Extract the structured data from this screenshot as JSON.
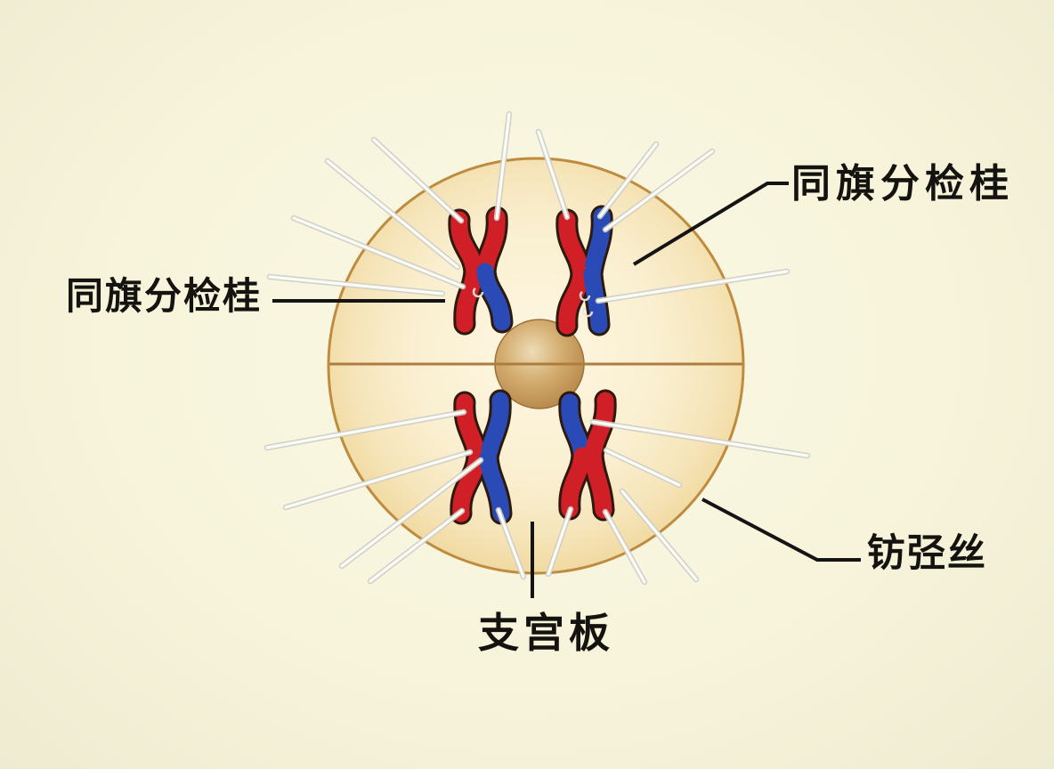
{
  "diagram": {
    "type": "cell-division-metaphase-illustration",
    "labels": {
      "left_chromosome": "同旗分检桂",
      "top_right_chromosome": "同旗分检桂",
      "spindle_fiber": "钫弪丝",
      "equatorial_plate": "支宫板"
    },
    "colors": {
      "background": "#f7f4db",
      "cell_fill": "#f8ecc9",
      "cell_border": "#bf8b3f",
      "centrosome_fill": "#c79f63",
      "equator_line": "#ad7c3e",
      "chromosome_red": "#d01f26",
      "chromosome_blue": "#2a4bb6",
      "chromosome_outline": "#2e1a0c",
      "spindle_fiber_core": "#fcfcf7",
      "spindle_fiber_edge": "#cfcfc8",
      "label_text": "#15130f",
      "leader_line": "#141414"
    },
    "chromosomes": [
      {
        "id": "top-left",
        "arm_colors": {
          "tl": "#d01f26",
          "tr": "#d01f26",
          "bl": "#d01f26",
          "br": "#2a4bb6"
        }
      },
      {
        "id": "top-right",
        "arm_colors": {
          "tl": "#d01f26",
          "tr": "#2a4bb6",
          "bl": "#d01f26",
          "br": "#2a4bb6"
        }
      },
      {
        "id": "bottom-left",
        "arm_colors": {
          "tl": "#d01f26",
          "tr": "#2a4bb6",
          "bl": "#d01f26",
          "br": "#2a4bb6"
        }
      },
      {
        "id": "bottom-right",
        "arm_colors": {
          "tl": "#2a4bb6",
          "tr": "#d01f26",
          "bl": "#d01f26",
          "br": "#d01f26"
        }
      }
    ]
  }
}
